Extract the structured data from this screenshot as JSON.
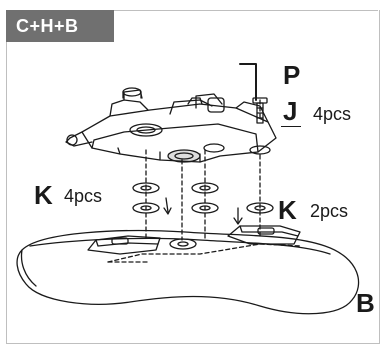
{
  "step_label": "C+H+B",
  "parts": {
    "P": {
      "letter": "P"
    },
    "J": {
      "letter": "J",
      "qty": "4pcs"
    },
    "K_left": {
      "letter": "K",
      "qty": "4pcs"
    },
    "K_right": {
      "letter": "K",
      "qty": "2pcs"
    },
    "B": {
      "letter": "B"
    }
  },
  "colors": {
    "tab_bg": "#707070",
    "line": "#1a1a1a",
    "frame": "#bfbfbf"
  }
}
